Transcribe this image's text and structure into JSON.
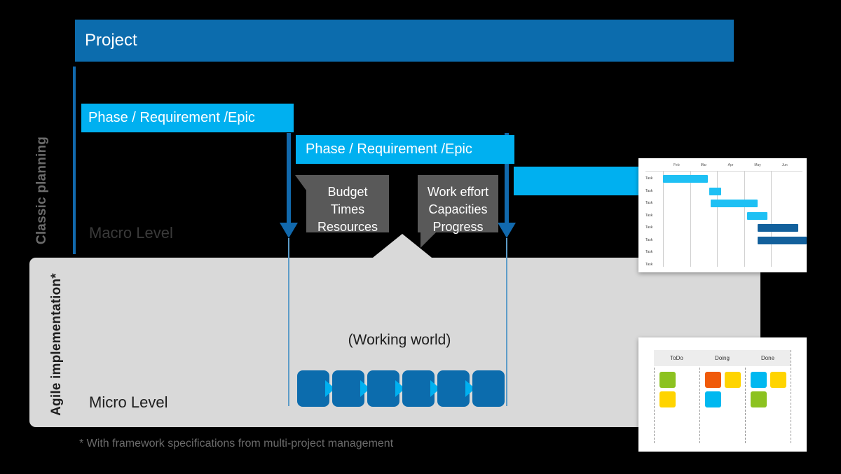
{
  "rails": {
    "classic": "Classic planning",
    "agile": "Agile implementation*"
  },
  "levels": {
    "macro": "Macro Level",
    "micro": "Micro Level",
    "working_world": "(Working world)"
  },
  "bars": {
    "project": "Project",
    "phase_1": "Phase / Requirement /Epic",
    "phase_2": "Phase / Requirement /Epic",
    "phase_3": ""
  },
  "callouts": [
    {
      "name": "budget",
      "lines": [
        "Budget",
        "Times",
        "Resources"
      ]
    },
    {
      "name": "work-effort",
      "lines": [
        "Work effort",
        "Capacities",
        "Progress"
      ]
    }
  ],
  "sprints": {
    "count": 6,
    "arrows": 5
  },
  "gantt": {
    "months": [
      "Feb",
      "Mar",
      "Apr",
      "May",
      "Jun"
    ],
    "task_label": "Task",
    "rows": 8,
    "bars": [
      {
        "row": 0,
        "start": 0.0,
        "end": 0.33,
        "color": "#1ec0f4"
      },
      {
        "row": 1,
        "start": 0.34,
        "end": 0.43,
        "color": "#1ec0f4"
      },
      {
        "row": 2,
        "start": 0.35,
        "end": 0.7,
        "color": "#1ec0f4"
      },
      {
        "row": 3,
        "start": 0.62,
        "end": 0.77,
        "color": "#1ec0f4"
      },
      {
        "row": 4,
        "start": 0.7,
        "end": 1.0,
        "color": "#12609c"
      },
      {
        "row": 5,
        "start": 0.7,
        "end": 1.06,
        "color": "#12609c"
      }
    ]
  },
  "kanban": {
    "columns": [
      {
        "title": "ToDo",
        "cards": [
          {
            "color": "#8cc220",
            "row": 0,
            "slot": 0
          },
          {
            "color": "#ffd400",
            "row": 1,
            "slot": 0
          }
        ]
      },
      {
        "title": "Doing",
        "cards": [
          {
            "color": "#f05a0a",
            "row": 0,
            "slot": 0
          },
          {
            "color": "#ffd400",
            "row": 0,
            "slot": 1
          },
          {
            "color": "#00b8f0",
            "row": 1,
            "slot": 0
          }
        ]
      },
      {
        "title": "Done",
        "cards": [
          {
            "color": "#00b8f0",
            "row": 0,
            "slot": 0
          },
          {
            "color": "#ffd400",
            "row": 0,
            "slot": 1
          },
          {
            "color": "#8cc220",
            "row": 1,
            "slot": 0
          }
        ]
      }
    ]
  },
  "footnote": "* With framework specifications from multi-project management",
  "colors": {
    "dark_blue": "#0c6cad",
    "light_blue": "#00b0f0",
    "line_blue": "#1169ad",
    "panel_gray": "#d9d9d9",
    "callout_gray": "#595959",
    "background": "#000000"
  }
}
